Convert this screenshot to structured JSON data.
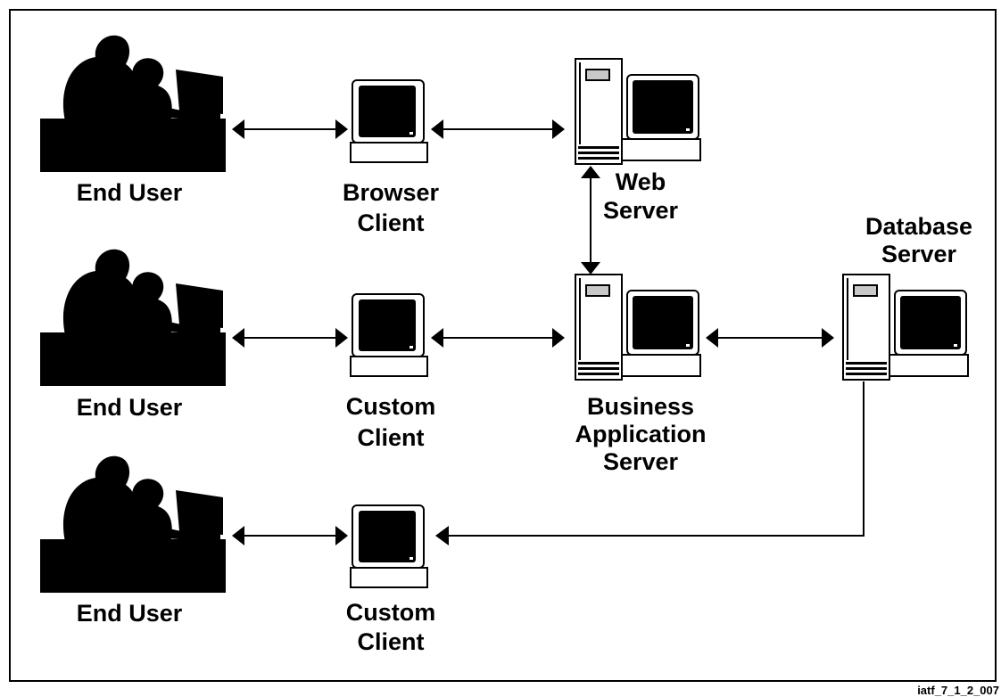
{
  "labels": {
    "end_user_1": "End User",
    "end_user_2": "End User",
    "end_user_3": "End User",
    "browser_client": [
      "Browser",
      "Client"
    ],
    "custom_client_1": [
      "Custom",
      "Client"
    ],
    "custom_client_2": [
      "Custom",
      "Client"
    ],
    "web_server": [
      "Web",
      "Server"
    ],
    "business_server": [
      "Business",
      "Application",
      "Server"
    ],
    "database_server": [
      "Database",
      "Server"
    ]
  },
  "footer_id": "iatf_7_1_2_007"
}
